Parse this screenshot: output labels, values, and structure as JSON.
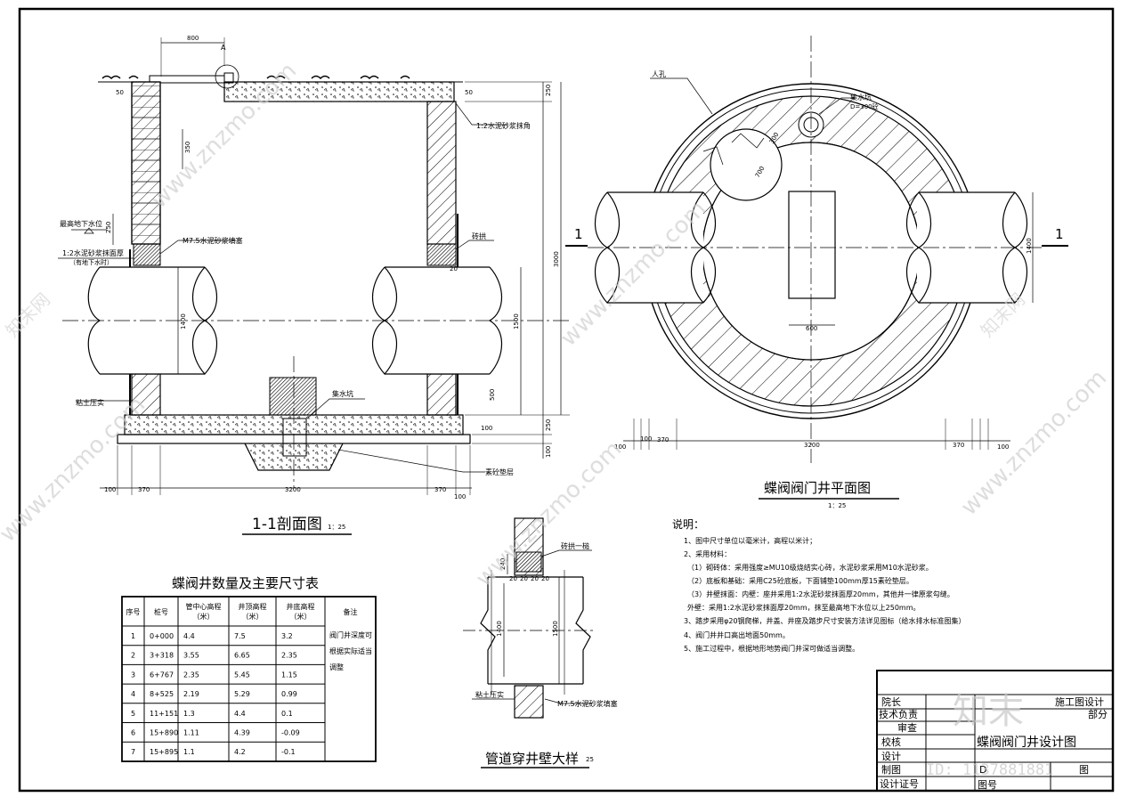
{
  "section_view": {
    "title": "1-1剖面图",
    "scale": "1：25",
    "label_a": "A",
    "dim_top": "800",
    "dim_left_50": "50",
    "dim_right_50": "50",
    "dim_250_top": "250",
    "dim_350": "350",
    "dim_250_left": "250",
    "dim_height": "3000",
    "dim_1400": "1400",
    "dim_1500": "1500",
    "dim_500": "500",
    "dim_250_base": "250",
    "dim_100_base": "100",
    "dim_100_right": "100",
    "dim_20": "20",
    "bottom_dims": [
      "100",
      "370",
      "3200",
      "370",
      "100"
    ],
    "label_cement_corner": "1:2水泥砂浆抹角",
    "label_groundwater": "最高地下水位",
    "label_plaster": "1:2水泥砂浆抹面厚",
    "label_plaster_sub": "（有地下水时）",
    "label_m75": "M7.5水泥砂浆填塞",
    "label_arch": "砖拱",
    "label_clay": "粘土压实",
    "label_sump": "集水坑",
    "label_cushion": "素砼垫层"
  },
  "plan_view": {
    "title": "蝶阀阀门井平面图",
    "scale": "1：25",
    "label_manhole": "人孔",
    "label_sump": "集水坑",
    "label_sump_size": "D=300砼",
    "dim_700": "700",
    "dim_1400": "1400",
    "dim_600": "600",
    "dim_300": "300",
    "section_mark": "1",
    "bottom_dims": [
      "100",
      "370",
      "3200",
      "370",
      "100"
    ],
    "left_small_dim": "100"
  },
  "detail_view": {
    "title": "管道穿井壁大样",
    "scale": "25",
    "label_arch": "砖拱一槌",
    "label_clay": "粘土压实",
    "label_m75": "M7.5水泥砂浆填塞",
    "dim_240": "240",
    "dim_1400": "1400",
    "dim_1500": "1500",
    "dim_20a": "20",
    "dim_20b": "20",
    "dim_20c": "20",
    "dim_20d": "20"
  },
  "table": {
    "title": "蝶阀井数量及主要尺寸表",
    "headers": [
      "序号",
      "桩号",
      "管中心高程（米）",
      "井顶高程（米）",
      "井底高程（米）",
      "备注"
    ],
    "rows": [
      [
        "1",
        "0+000",
        "4.4",
        "7.5",
        "3.2"
      ],
      [
        "2",
        "3+318",
        "3.55",
        "6.65",
        "2.35"
      ],
      [
        "3",
        "6+767",
        "2.35",
        "5.45",
        "1.15"
      ],
      [
        "4",
        "8+525",
        "2.19",
        "5.29",
        "0.99"
      ],
      [
        "5",
        "11+151",
        "1.3",
        "4.4",
        "0.1"
      ],
      [
        "6",
        "15+890",
        "1.11",
        "4.39",
        "-0.09"
      ],
      [
        "7",
        "15+895",
        "1.1",
        "4.2",
        "-0.1"
      ]
    ],
    "remark": [
      "阀门井深度可",
      "根据实际适当",
      "调整"
    ]
  },
  "notes": {
    "heading": "说明：",
    "lines": [
      "1、图中尺寸单位以毫米计，高程以米计；",
      "2、采用材料：",
      "（1）砌砖体：采用强度≥MU10级烧结实心砖，水泥砂浆采用M10水泥砂浆。",
      "（2）底板和基础：采用C25砼底板，下面铺垫100mm厚15素砼垫层。",
      "（3）井壁抹面：内壁：座井采用1:2水泥砂浆抹面厚20mm，其他井一律原浆勾缝。",
      "      外壁：采用1:2水泥砂浆抹面厚20mm，抹至最高地下水位以上250mm。",
      "3、踏步采用φ20钢爬梯，井盖、井座及踏步尺寸安装方法详见图标（给水排水标准图集）",
      "4、阀门井井口高出地面50mm。",
      "5、施工过程中，根据地形地势阀门井深可做适当调整。"
    ]
  },
  "title_block": {
    "rows": [
      "院长",
      "技术负责",
      "审查",
      "校核",
      "设计",
      "制图",
      "设计证号"
    ],
    "stage": "施工图设计",
    "dept": "部分",
    "drawing_name": "蝶阀阀门井设计图",
    "drawing_no_label": "图号",
    "code_fragment": "图",
    "code_fragment2": "D"
  },
  "watermark": {
    "brand": "知末",
    "id_text": "ID: 1137881881",
    "site": "www.znzmo.com",
    "short": "知末网"
  }
}
